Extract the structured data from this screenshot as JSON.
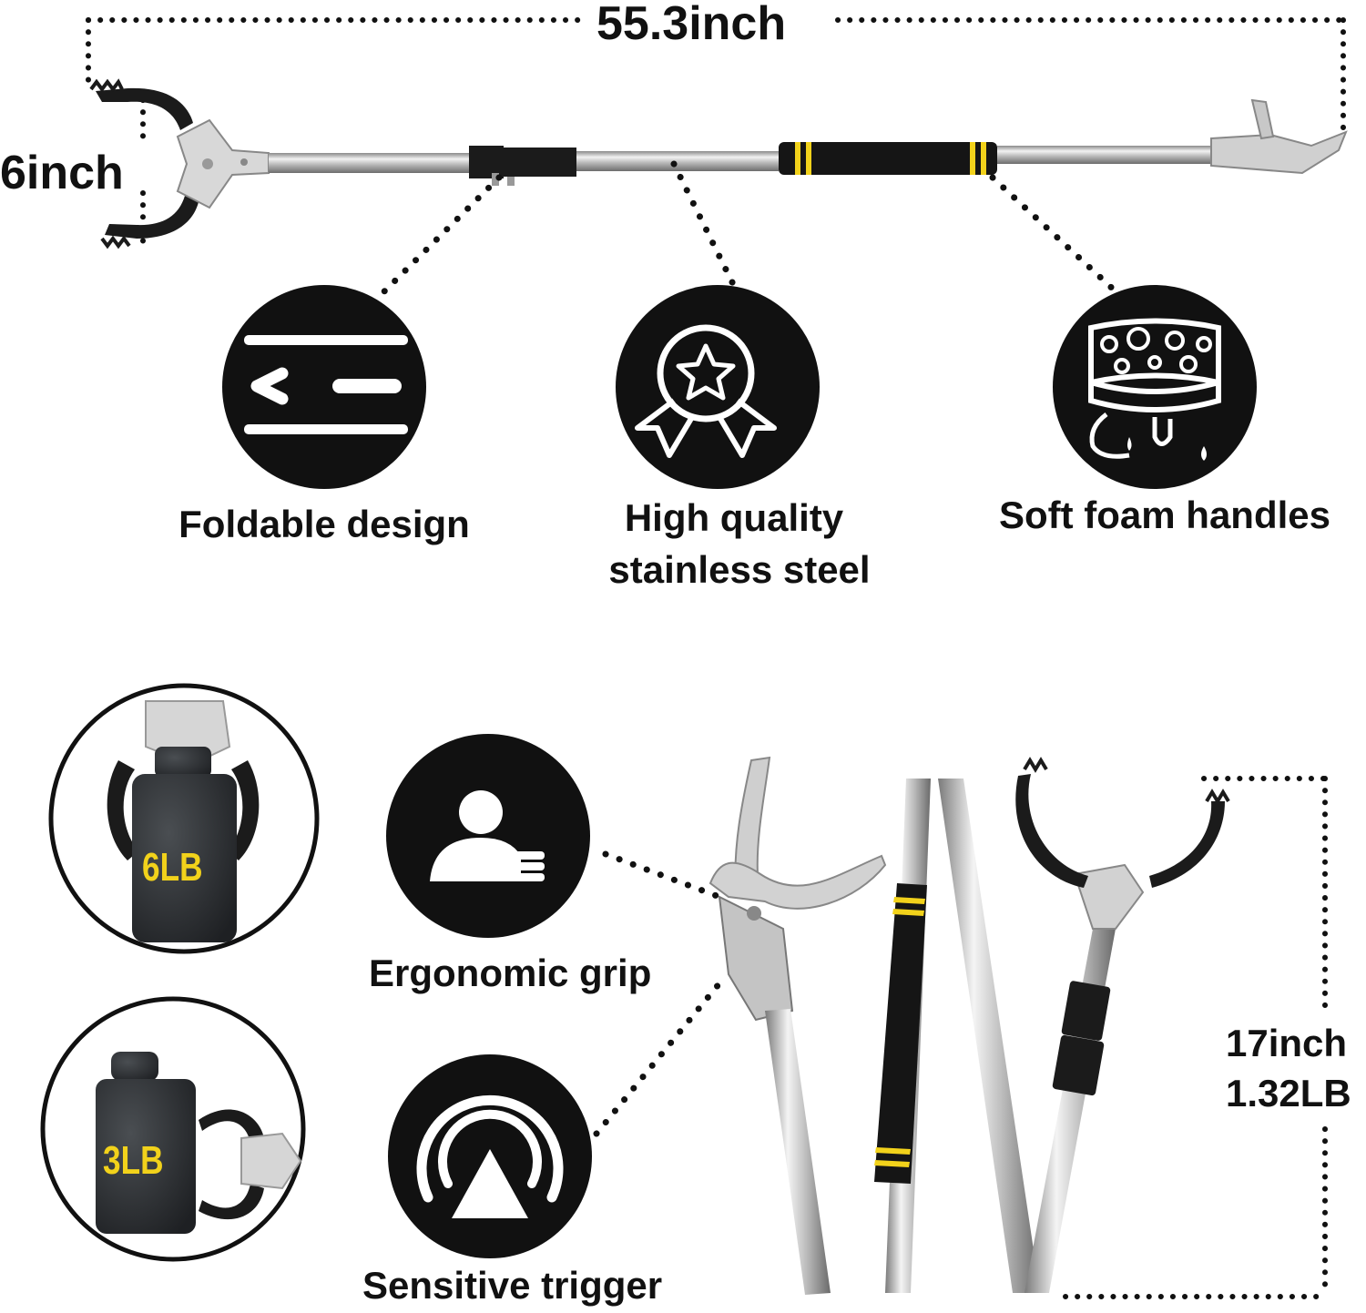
{
  "dimensions": {
    "length": "55.3inch",
    "jaw_width": "6inch",
    "folded_length": "17inch",
    "weight": "1.32LB"
  },
  "features": {
    "foldable": "Foldable design",
    "steel_line1": "High quality",
    "steel_line2": "stainless steel",
    "foam": "Soft foam handles",
    "grip": "Ergonomic grip",
    "trigger": "Sensitive trigger"
  },
  "weights": {
    "heavy": "6LB",
    "light": "3LB"
  },
  "colors": {
    "black": "#111111",
    "accent_yellow": "#f2d21b",
    "steel": "#c9c9c9"
  },
  "icons": [
    "foldable-icon",
    "award-ribbon-icon",
    "sponge-icon",
    "person-grip-icon",
    "trigger-signal-icon"
  ]
}
